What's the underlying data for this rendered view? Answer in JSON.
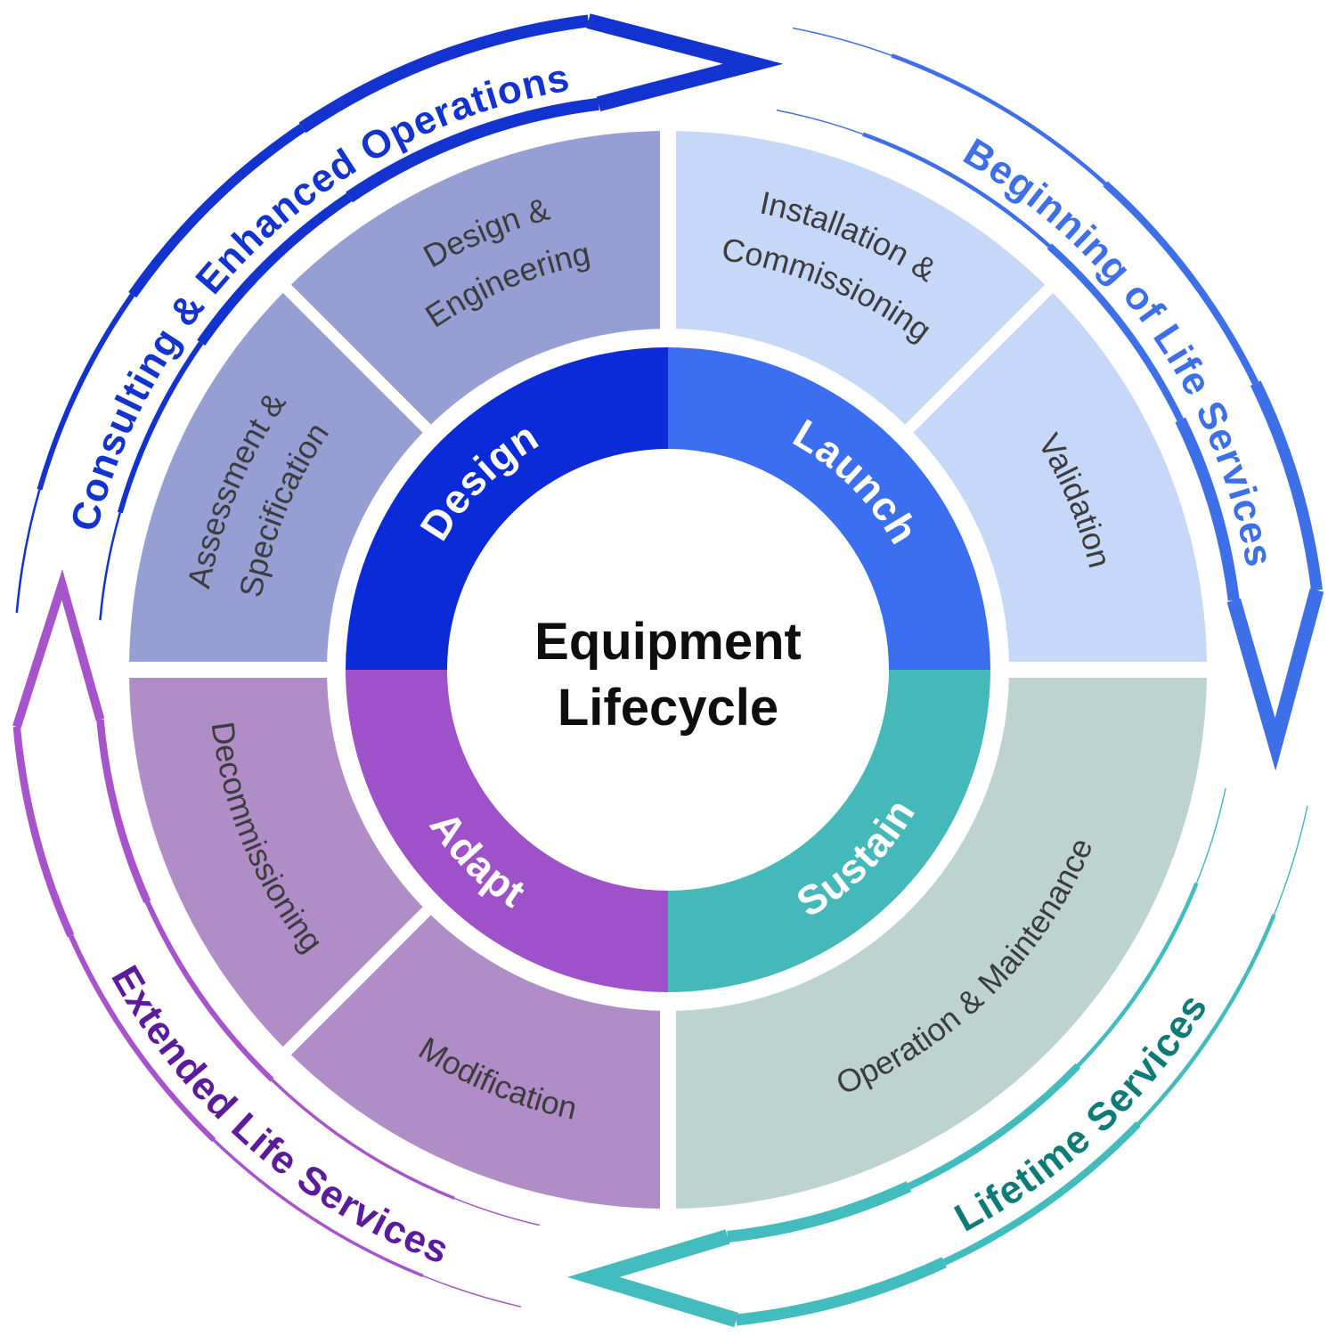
{
  "diagram": {
    "title": "Equipment Lifecycle",
    "center": {
      "line1": "Equipment",
      "line2": "Lifecycle",
      "color": "#0e0e0e"
    },
    "label_text_color": "#3c3c3c",
    "inner_ring": [
      {
        "label": "Design",
        "color": "#0b2bd8",
        "start": 180,
        "end": 270,
        "text_angle": 225,
        "dir": 1
      },
      {
        "label": "Launch",
        "color": "#3c6ff0",
        "start": 270,
        "end": 360,
        "text_angle": 315,
        "dir": 1
      },
      {
        "label": "Sustain",
        "color": "#45b9b9",
        "start": 0,
        "end": 90,
        "text_angle": 45,
        "dir": -1
      },
      {
        "label": "Adapt",
        "color": "#9e51c8",
        "start": 90,
        "end": 180,
        "text_angle": 135,
        "dir": -1
      }
    ],
    "outer_ring": [
      {
        "id": "assessment-specification",
        "lines": [
          "Assessment &",
          "Specification"
        ],
        "color": "#969fd3",
        "start": 180,
        "end": 225,
        "text_angle": 202.5,
        "dir": 1
      },
      {
        "id": "design-engineering",
        "lines": [
          "Design &",
          "Engineering"
        ],
        "color": "#969fd3",
        "start": 225,
        "end": 270,
        "text_angle": 247.5,
        "dir": 1
      },
      {
        "id": "installation-commissioning",
        "lines": [
          "Installation &",
          "Commissioning"
        ],
        "color": "#c6d8f7",
        "start": 270,
        "end": 315,
        "text_angle": 292.5,
        "dir": 1
      },
      {
        "id": "validation",
        "lines": [
          "Validation"
        ],
        "color": "#c6d8f7",
        "start": 315,
        "end": 360,
        "text_angle": 337.5,
        "dir": 1
      },
      {
        "id": "operation-maintenance",
        "lines": [
          "Operation & Maintenance"
        ],
        "color": "#bcd3cf",
        "start": 0,
        "end": 90,
        "text_angle": 45,
        "dir": -1
      },
      {
        "id": "modification",
        "lines": [
          "Modification"
        ],
        "color": "#b18dc7",
        "start": 90,
        "end": 135,
        "text_angle": 112.5,
        "dir": -1
      },
      {
        "id": "decommissioning",
        "lines": [
          "Decommissioning"
        ],
        "color": "#b18dc7",
        "start": 135,
        "end": 180,
        "text_angle": 157.5,
        "dir": -1
      }
    ],
    "dividers": {
      "main_angles": [
        0,
        90,
        180,
        270
      ],
      "sub_angles": [
        135,
        225,
        315
      ]
    },
    "bands": [
      {
        "id": "consulting-enhanced-operations",
        "label": "Consulting & Enhanced Operations",
        "stroke": "#1233cf",
        "text_color": "#1233cf",
        "taper": [
          [
            185,
            196,
            2.5
          ],
          [
            196,
            215,
            6
          ],
          [
            215,
            236,
            11
          ],
          [
            236,
            263,
            14
          ]
        ],
        "head": 263,
        "tip": 278,
        "head_width": 17,
        "text_angle": 227,
        "dir": 1,
        "text_span": 120
      },
      {
        "id": "beginning-of-life-services",
        "label": "Beginning of Life Services",
        "stroke": "#3d6fe9",
        "text_color": "#3d6fe9",
        "taper": [
          [
            281,
            290,
            1.5
          ],
          [
            290,
            312,
            4.5
          ],
          [
            312,
            334,
            8
          ],
          [
            334,
            353,
            13
          ]
        ],
        "head": 353,
        "tip": 367,
        "head_width": 16,
        "text_angle": 325,
        "dir": 1,
        "text_span": 100
      },
      {
        "id": "lifetime-services",
        "label": "Lifetime Services",
        "stroke": "#42bcbe",
        "text_color": "#0e7b79",
        "taper": [
          [
            12,
            22,
            1.5
          ],
          [
            22,
            44,
            4.5
          ],
          [
            44,
            65,
            8
          ],
          [
            65,
            84,
            13
          ]
        ],
        "head": 84,
        "tip": 97,
        "head_width": 17,
        "text_angle": 47,
        "dir": -1,
        "text_span": 85
      },
      {
        "id": "extended-life-services",
        "label": "Extended Life Services",
        "stroke": "#a753cb",
        "text_color": "#5b1b9b",
        "taper": [
          [
            103,
            112,
            1.5
          ],
          [
            112,
            134,
            3.5
          ],
          [
            134,
            156,
            6
          ],
          [
            156,
            175,
            8.5
          ]
        ],
        "head": 175,
        "tip": 188,
        "head_width": 10,
        "text_angle": 131,
        "dir": -1,
        "text_span": 95
      }
    ]
  }
}
